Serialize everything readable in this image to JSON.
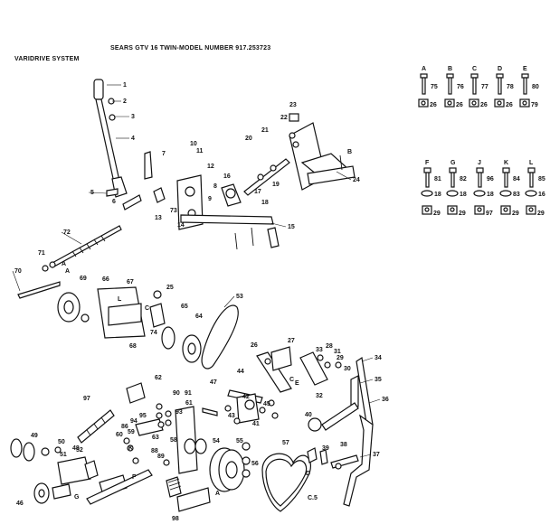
{
  "header": {
    "title": "SEARS GTV 16 TWIN-MODEL NUMBER 917.253723",
    "section": "VARIDRIVE SYSTEM"
  },
  "hardware_top": [
    {
      "letter": "A",
      "bolt": "75",
      "nut": "26"
    },
    {
      "letter": "B",
      "bolt": "76",
      "nut": "26"
    },
    {
      "letter": "C",
      "bolt": "77",
      "nut": "26"
    },
    {
      "letter": "D",
      "bolt": "78",
      "nut": "26"
    },
    {
      "letter": "E",
      "bolt": "80",
      "nut": "79"
    }
  ],
  "hardware_bottom": [
    {
      "letter": "F",
      "bolt": "81",
      "washer": "18",
      "nut": "29"
    },
    {
      "letter": "G",
      "bolt": "82",
      "washer": "18",
      "nut": "29"
    },
    {
      "letter": "J",
      "bolt": "96",
      "washer": "18",
      "nut": "97"
    },
    {
      "letter": "K",
      "bolt": "84",
      "washer": "83",
      "nut": "29"
    },
    {
      "letter": "L",
      "bolt": "85",
      "washer": "16",
      "nut": "29"
    }
  ],
  "callouts": [
    "1",
    "2",
    "3",
    "4",
    "5",
    "6",
    "7",
    "8",
    "9",
    "10",
    "11",
    "12",
    "13",
    "14",
    "15",
    "16",
    "17",
    "18",
    "19",
    "20",
    "21",
    "22",
    "23",
    "24",
    "25",
    "26",
    "27",
    "28",
    "29",
    "30",
    "31",
    "32",
    "33",
    "34",
    "35",
    "36",
    "37",
    "38",
    "39",
    "40",
    "41",
    "42",
    "43",
    "44",
    "45",
    "46",
    "47",
    "48",
    "49",
    "50",
    "51",
    "52",
    "53",
    "54",
    "55",
    "56",
    "57",
    "58",
    "59",
    "60",
    "61",
    "62",
    "63",
    "64",
    "65",
    "66",
    "67",
    "68",
    "69",
    "70",
    "71",
    "72",
    "73",
    "74",
    "75",
    "76",
    "77",
    "78",
    "79",
    "80",
    "81",
    "82",
    "83",
    "84",
    "85",
    "86",
    "87",
    "88",
    "89",
    "90",
    "91",
    "92",
    "93",
    "94",
    "95",
    "96",
    "97",
    "98"
  ],
  "ref_letters": [
    "A",
    "B",
    "C",
    "D",
    "E",
    "F",
    "G",
    "J",
    "K",
    "L"
  ],
  "misc_labels": [
    "C.5"
  ]
}
